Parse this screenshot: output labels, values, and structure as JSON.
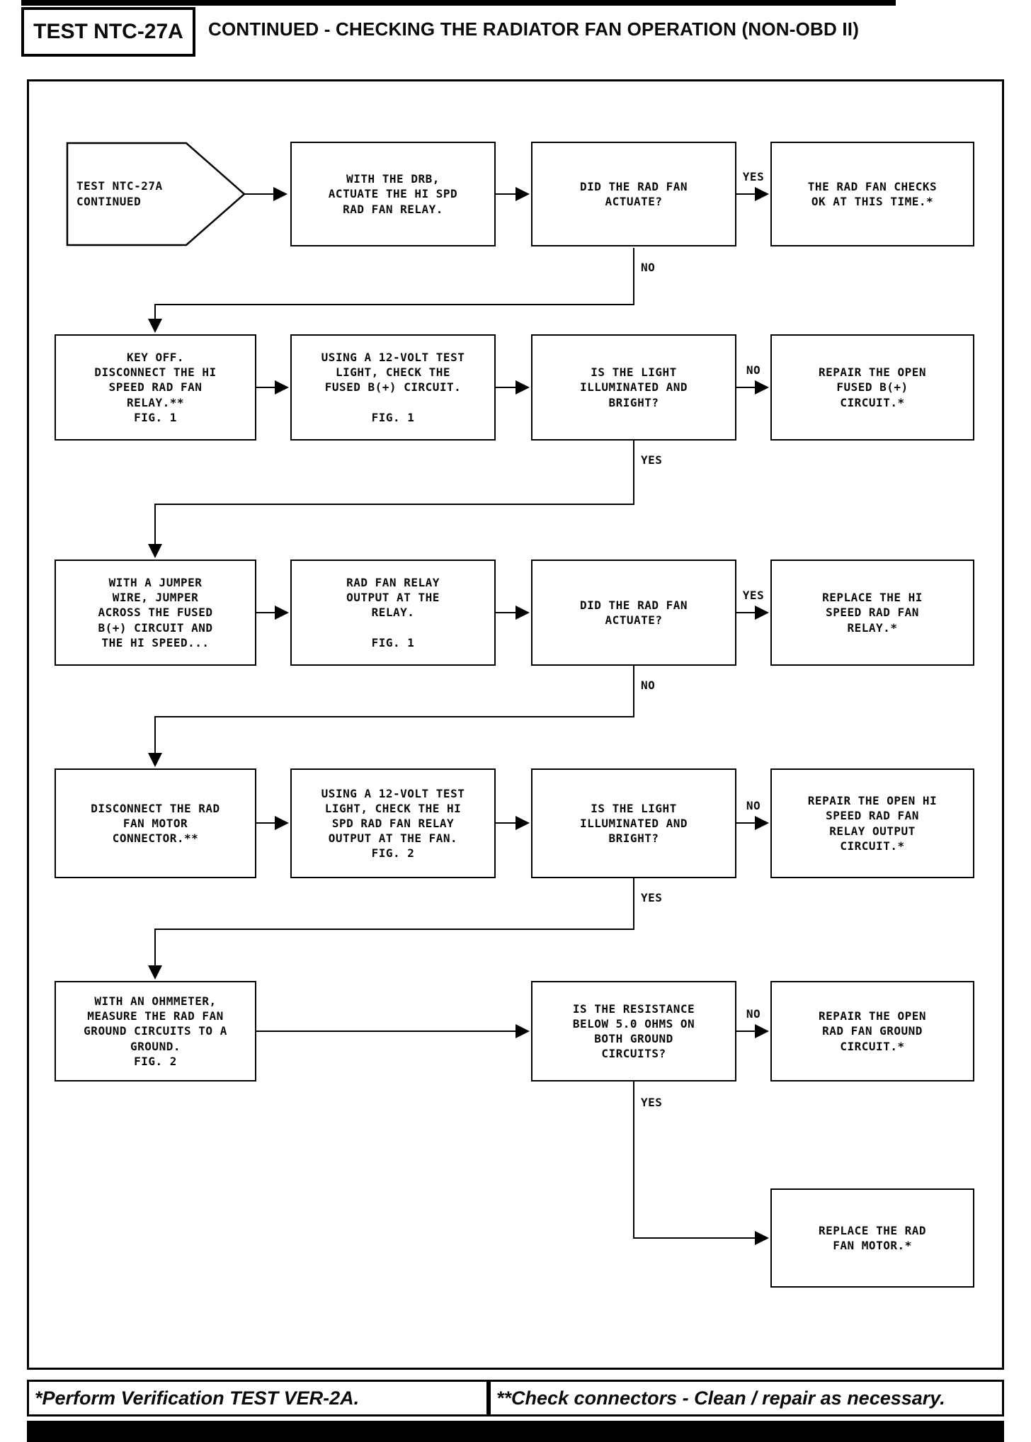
{
  "header": {
    "test_label": "TEST NTC-27A",
    "title": "CONTINUED - CHECKING THE RADIATOR FAN OPERATION (NON-OBD II)"
  },
  "flow": {
    "start": "TEST NTC-27A\nCONTINUED",
    "boxes": {
      "r1b2": "WITH THE DRB,\nACTUATE THE HI SPD\nRAD FAN RELAY.",
      "r1b3": "DID THE RAD FAN\nACTUATE?",
      "r1b4": "THE RAD FAN CHECKS\nOK AT THIS TIME.*",
      "r2b1": "KEY OFF.\nDISCONNECT THE HI\nSPEED RAD FAN\nRELAY.**\nFIG. 1",
      "r2b2": "USING A 12-VOLT TEST\nLIGHT, CHECK THE\nFUSED B(+) CIRCUIT.\n\nFIG. 1",
      "r2b3": "IS THE LIGHT\nILLUMINATED AND\nBRIGHT?",
      "r2b4": "REPAIR THE OPEN\nFUSED B(+)\nCIRCUIT.*",
      "r3b1": "WITH A JUMPER\nWIRE, JUMPER\nACROSS THE FUSED\nB(+) CIRCUIT AND\nTHE HI SPEED...",
      "r3b2": "RAD FAN RELAY\nOUTPUT AT THE\nRELAY.\n\nFIG. 1",
      "r3b3": "DID THE RAD FAN\nACTUATE?",
      "r3b4": "REPLACE THE HI\nSPEED RAD FAN\nRELAY.*",
      "r4b1": "DISCONNECT THE RAD\nFAN MOTOR\nCONNECTOR.**",
      "r4b2": "USING A 12-VOLT TEST\nLIGHT, CHECK THE HI\nSPD RAD FAN RELAY\nOUTPUT AT THE FAN.\nFIG. 2",
      "r4b3": "IS THE LIGHT\nILLUMINATED AND\nBRIGHT?",
      "r4b4": "REPAIR THE OPEN HI\nSPEED RAD FAN\nRELAY OUTPUT\nCIRCUIT.*",
      "r5b1": "WITH AN OHMMETER,\nMEASURE THE RAD FAN\nGROUND CIRCUITS TO A\nGROUND.\nFIG. 2",
      "r5b3": "IS THE RESISTANCE\nBELOW 5.0 OHMS ON\nBOTH GROUND\nCIRCUITS?",
      "r5b4": "REPAIR THE OPEN\nRAD FAN GROUND\nCIRCUIT.*",
      "r6b4": "REPLACE THE RAD\nFAN MOTOR.*"
    },
    "labels": {
      "r1_right": "YES",
      "r1_down": "NO",
      "r2_right": "NO",
      "r2_down": "YES",
      "r3_right": "YES",
      "r3_down": "NO",
      "r4_right": "NO",
      "r4_down": "YES",
      "r5_right": "NO",
      "r5_down": "YES"
    }
  },
  "footer": {
    "left": "*Perform Verification TEST VER-2A.",
    "right": "**Check connectors - Clean / repair as necessary."
  }
}
